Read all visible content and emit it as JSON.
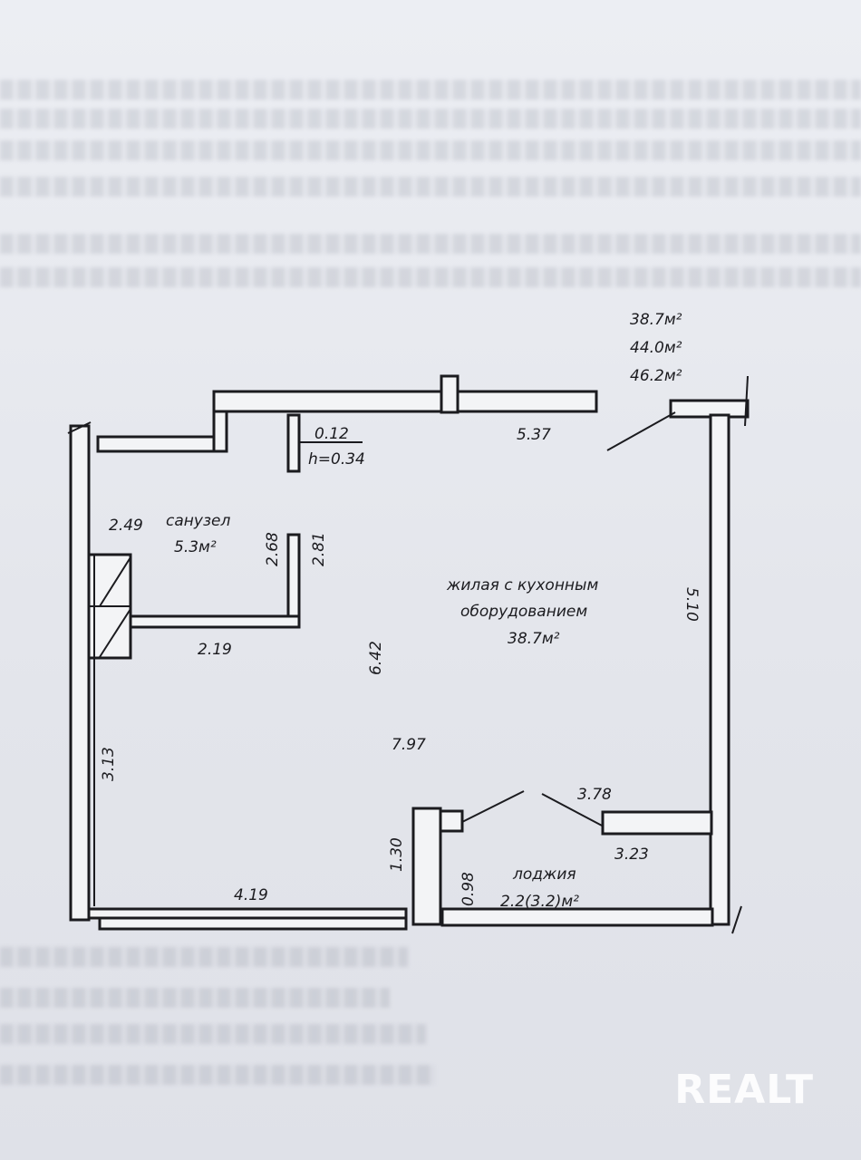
{
  "totals": {
    "living": "38.7м²",
    "total": "44.0м²",
    "total_with_loggia": "46.2м²"
  },
  "rooms": {
    "bathroom": {
      "name": "санузел",
      "area": "5.3м²"
    },
    "living": {
      "name_line1": "жилая с кухонным",
      "name_line2": "оборудованием",
      "area": "38.7м²"
    },
    "loggia": {
      "name": "лоджия",
      "area": "2.2(3.2)м²"
    }
  },
  "dimensions": {
    "d_012": "0.12",
    "h": "h=0.34",
    "d_537": "5.37",
    "d_249": "2.49",
    "d_268": "2.68",
    "d_281": "2.81",
    "d_219": "2.19",
    "d_642": "6.42",
    "d_510": "5.10",
    "d_313": "3.13",
    "d_797": "7.97",
    "d_378": "3.78",
    "d_323": "3.23",
    "d_130": "1.30",
    "d_098": "0.98",
    "d_419": "4.19"
  },
  "watermark": "REALT"
}
